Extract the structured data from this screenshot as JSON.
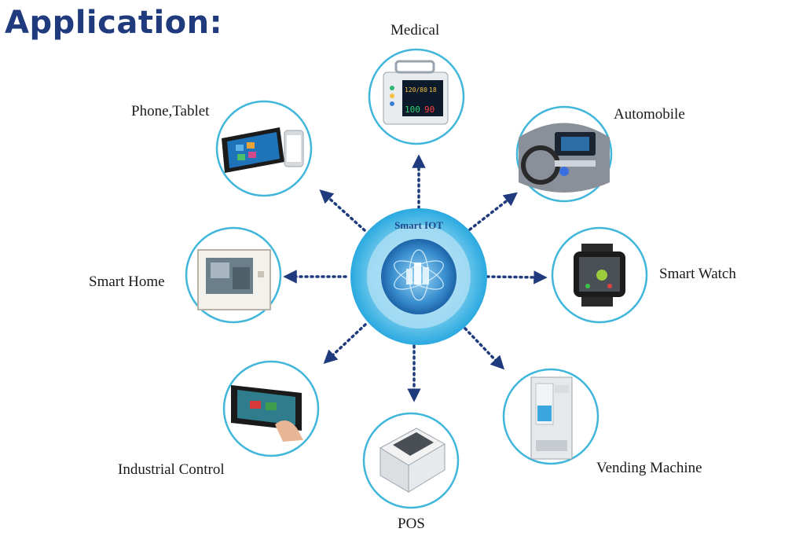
{
  "title": "Application:",
  "center": {
    "label": "Smart IOT"
  },
  "nodes": [
    {
      "id": "medical",
      "label": "Medical",
      "icon": "patient-monitor-icon",
      "monitor": {
        "top": "120/80",
        "right": "18",
        "bottom_left": "100",
        "bottom_right": "90"
      }
    },
    {
      "id": "automobile",
      "label": "Automobile",
      "icon": "car-dashboard-icon"
    },
    {
      "id": "smart-watch",
      "label": "Smart Watch",
      "icon": "smartwatch-icon"
    },
    {
      "id": "vending-machine",
      "label": "Vending Machine",
      "icon": "vending-machine-icon"
    },
    {
      "id": "pos",
      "label": "POS",
      "icon": "pos-terminal-icon"
    },
    {
      "id": "industrial-control",
      "label": "Industrial Control",
      "icon": "industrial-panel-icon"
    },
    {
      "id": "smart-home",
      "label": "Smart Home",
      "icon": "wall-panel-icon"
    },
    {
      "id": "phone-tablet",
      "label": "Phone,Tablet",
      "icon": "tablet-phone-icon"
    }
  ],
  "colors": {
    "title": "#1f3b7d",
    "ring": "#3fb6da",
    "arrow": "#1f3b7d",
    "hub": "#3cb8ea"
  }
}
